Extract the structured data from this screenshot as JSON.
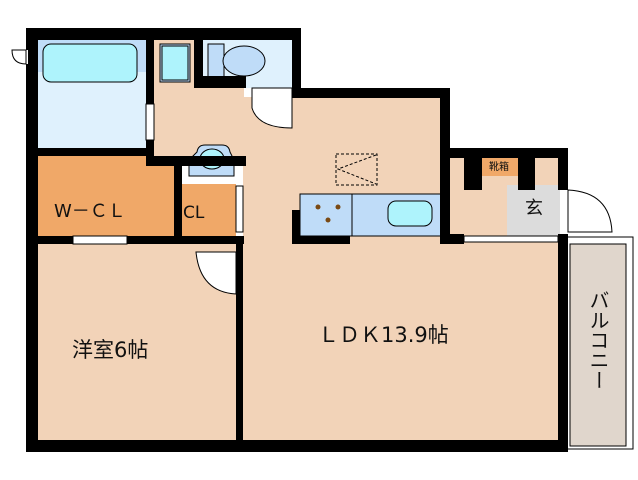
{
  "floor_plan": {
    "rooms": {
      "wcl": "W－ＣＬ",
      "cl": "CL",
      "western_room": "洋室6帖",
      "ldk": "ＬＤＫ13.9帖",
      "shoe_box": "靴箱",
      "entrance": "玄",
      "balcony": "バルコニー"
    },
    "colors": {
      "wall": "#000000",
      "wood_floor": "#f2d3b8",
      "closet": "#f0a868",
      "wet_area": "#dff1fd",
      "fixture_blue": "#bfdcf8",
      "fixture_cyan": "#aef3fc",
      "entrance_floor": "#dcdcdc",
      "balcony": "#e0d6cc"
    }
  }
}
